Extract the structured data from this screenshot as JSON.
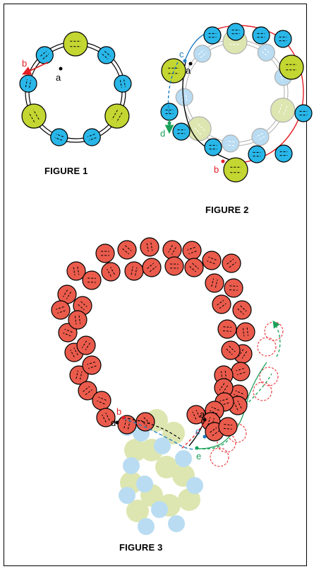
{
  "figure_1": {
    "caption": "FIGURE 1",
    "labels": {
      "a": "a",
      "b": "b"
    }
  },
  "figure_2": {
    "caption": "FIGURE 2",
    "labels": {
      "a": "a",
      "b": "b",
      "c": "c",
      "d": "d"
    }
  },
  "figure_3": {
    "caption": "FIGURE 3",
    "labels": {
      "a": "a",
      "b": "b",
      "c": "c",
      "d": "d",
      "e": "e"
    }
  },
  "colors": {
    "blue_bead": "#29b6e8",
    "green_bead": "#c3d631",
    "red_bead": "#ea5b4c",
    "thread_red": "#e31e24",
    "thread_blue": "#1f7cc1",
    "thread_green": "#19a159",
    "faded_blue": "#b9dcf2",
    "faded_green": "#dde6b0"
  }
}
